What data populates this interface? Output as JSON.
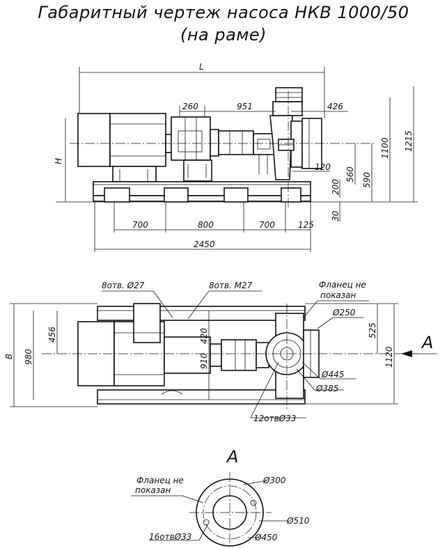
{
  "title": {
    "line1": "Габаритный чертеж насоса НКВ 1000/50",
    "line2": "(на раме)"
  },
  "front_view": {
    "L": "L",
    "H": "H",
    "d260": "260",
    "d951": "951",
    "d426": "426",
    "d120": "120",
    "d560": "560",
    "d590": "590",
    "d1100": "1100",
    "d1215": "1215",
    "d200": "200",
    "d30": "30",
    "d700a": "700",
    "d800": "800",
    "d700b": "700",
    "d125": "125",
    "d2450": "2450"
  },
  "plan_view": {
    "B": "B",
    "holes_27": "8отв. Ø27",
    "holes_m27": "8отв. М27",
    "flange_note_1": "Фланец не",
    "flange_note_2": "показан",
    "d250": "Ø250",
    "d525": "525",
    "d445": "Ø445",
    "d385": "Ø385",
    "holes_33": "12отвØ33",
    "d456": "456",
    "d980": "980",
    "d420": "420",
    "d910": "910",
    "d1120": "1120",
    "view_arrow": "A"
  },
  "view_a": {
    "label": "A",
    "flange_note_1": "Фланец не",
    "flange_note_2": "показан",
    "d300": "Ø300",
    "d510": "Ø510",
    "d450": "Ø450",
    "holes_33": "16отвØ33"
  }
}
